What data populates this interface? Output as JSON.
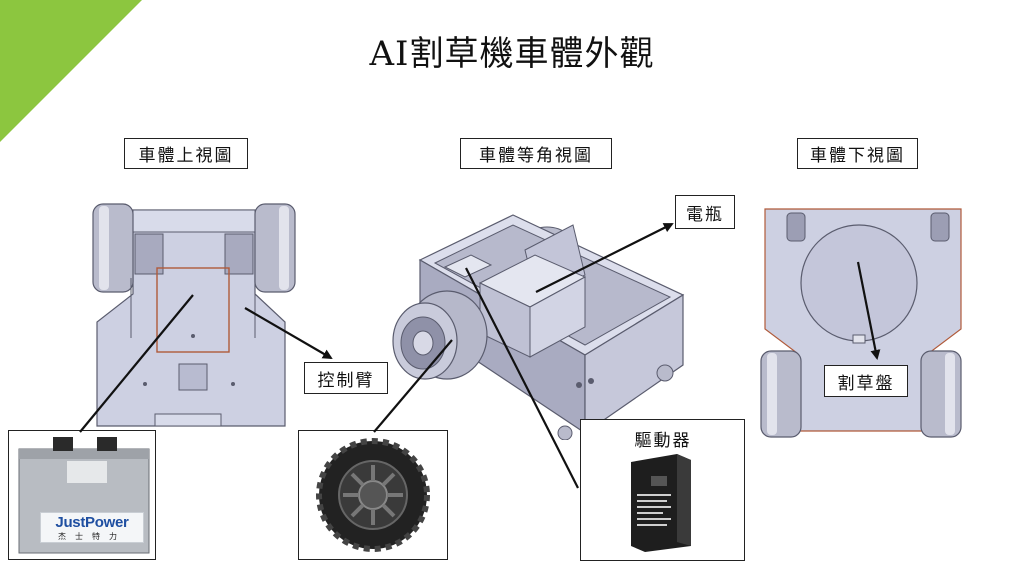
{
  "title": "AI割草機車體外觀",
  "labels": {
    "top_view": "車體上視圖",
    "iso_view": "車體等角視圖",
    "bottom_view": "車體下視圖",
    "control_arm": "控制臂",
    "battery": "電瓶",
    "driver": "驅動器",
    "cutting_disc": "割草盤"
  },
  "battery_photo": {
    "brand": "JustPower",
    "sub": "杰士特力"
  },
  "colors": {
    "accent": "#8cc63f",
    "body": "#c9cbdd",
    "body_dark": "#9c9eb4",
    "outline": "#5a5c6e"
  }
}
